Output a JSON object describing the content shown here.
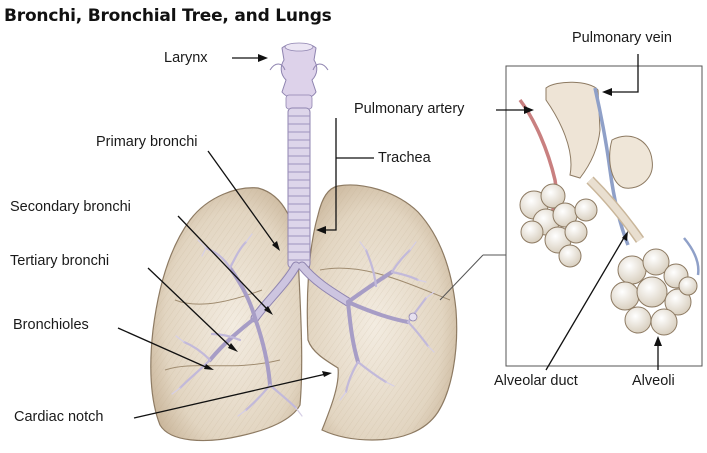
{
  "title": "Bronchi, Bronchial Tree, and Lungs",
  "labels": {
    "larynx": "Larynx",
    "trachea": "Trachea",
    "primary_bronchi": "Primary bronchi",
    "secondary_bronchi": "Secondary bronchi",
    "tertiary_bronchi": "Tertiary bronchi",
    "bronchioles": "Bronchioles",
    "cardiac_notch": "Cardiac notch",
    "pulmonary_vein": "Pulmonary vein",
    "pulmonary_artery": "Pulmonary artery",
    "alveolar_duct": "Alveolar duct",
    "alveoli": "Alveoli"
  },
  "colors": {
    "lung_fill": "#e7dccb",
    "lung_shade": "#c9b69a",
    "lung_outline": "#8d7a62",
    "bronchial_tree": "#c8c0dc",
    "bronchial_outline": "#8f84b0",
    "artery": "#d88a8a",
    "vein": "#8fa0c8",
    "leader_line": "#111111"
  }
}
